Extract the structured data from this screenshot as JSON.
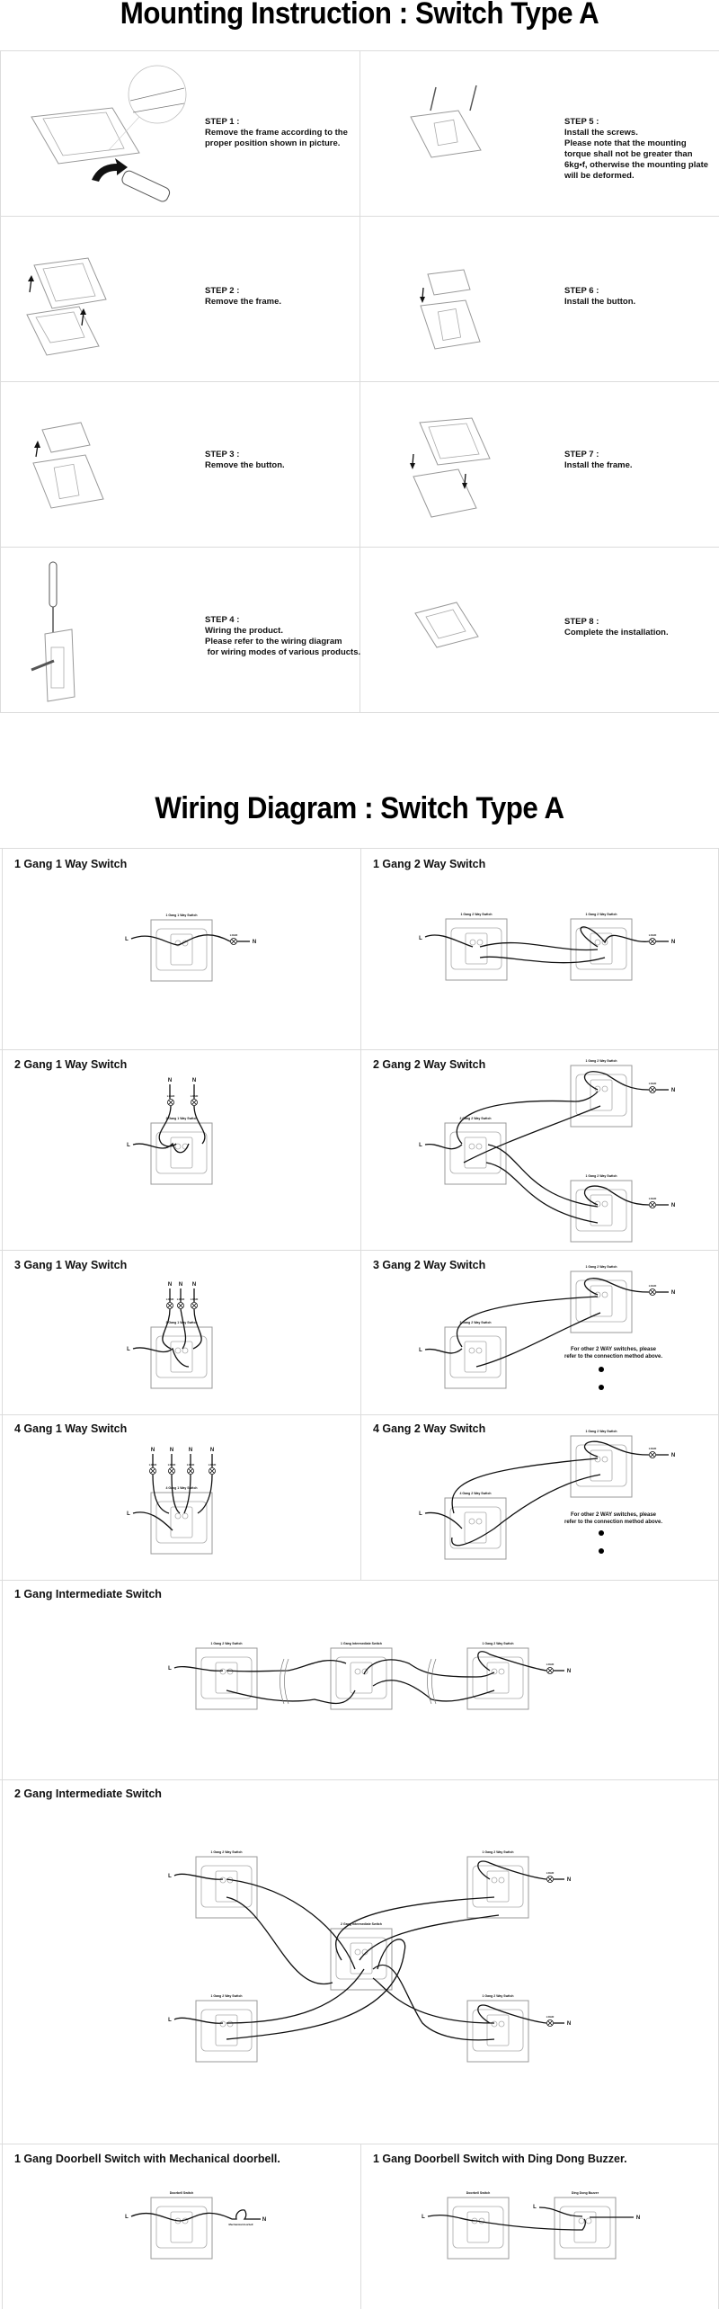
{
  "mounting": {
    "title": "Mounting Instruction : Switch Type A",
    "steps": [
      {
        "label": "STEP 1 :",
        "lines": [
          "Remove the frame according to the",
          "proper position shown in picture."
        ]
      },
      {
        "label": "STEP 2 :",
        "lines": [
          "Remove the frame."
        ]
      },
      {
        "label": "STEP 3 :",
        "lines": [
          "Remove the button."
        ]
      },
      {
        "label": "STEP 4 :",
        "lines": [
          "Wiring the product.",
          "Please refer to the wiring diagram",
          " for wiring modes of various products."
        ]
      },
      {
        "label": "STEP 5 :",
        "lines": [
          "Install the screws.",
          "Please note that the mounting",
          "torque shall not be greater than",
          "6kg•f, otherwise the mounting plate",
          "will be deformed."
        ]
      },
      {
        "label": "STEP 6 :",
        "lines": [
          "Install the button."
        ]
      },
      {
        "label": "STEP 7 :",
        "lines": [
          "Install the frame."
        ]
      },
      {
        "label": "STEP 8 :",
        "lines": [
          "Complete the installation."
        ]
      }
    ]
  },
  "wiring": {
    "title": "Wiring Diagram : Switch Type A",
    "diagrams": [
      {
        "title": "1 Gang 1 Way Switch",
        "devices": [
          "1 Gang 1 Way Switch"
        ]
      },
      {
        "title": "1 Gang 2 Way Switch",
        "devices": [
          "1 Gang 2 Way Switch",
          "1 Gang 2 Way Switch"
        ]
      },
      {
        "title": "2 Gang 1 Way Switch",
        "devices": [
          "2 Gang 1 Way Switch"
        ]
      },
      {
        "title": "2 Gang 2 Way Switch",
        "devices": [
          "2 Gang 2 Way Switch",
          "1 Gang 2 Way Switch",
          "1 Gang 2 Way Switch"
        ]
      },
      {
        "title": "3 Gang 1 Way Switch",
        "devices": [
          "3 Gang 1 Way Switch"
        ]
      },
      {
        "title": "3 Gang 2 Way Switch",
        "devices": [
          "3 Gang 2 Way Switch",
          "1 Gang 2 Way Switch"
        ],
        "note": [
          "For other 2 WAY switches, please",
          "refer to the connection method above."
        ]
      },
      {
        "title": "4 Gang 1 Way Switch",
        "devices": [
          "4 Gang 1 Way Switch"
        ]
      },
      {
        "title": "4 Gang 2 Way Switch",
        "devices": [
          "4 Gang 2 Way Switch",
          "1 Gang 2 Way Switch"
        ],
        "note": [
          "For other 2 WAY switches, please",
          "refer to the connection method above."
        ]
      },
      {
        "title": "1 Gang Intermediate Switch",
        "devices": [
          "1 Gang 2 Way Switch",
          "1 Gang Intermediate Switch",
          "1 Gang 2 Way Switch"
        ]
      },
      {
        "title": "2 Gang Intermediate Switch",
        "devices": [
          "1 Gang 2 Way Switch",
          "2 Gang Intermediate Switch",
          "1 Gang 2 Way Switch",
          "1 Gang 2 Way Switch",
          "1 Gang 2 Way Switch"
        ]
      },
      {
        "title": "1 Gang Doorbell Switch with Mechanical doorbell.",
        "devices": [
          "Doorbell Switch"
        ],
        "extra": "Mechanical doorbell"
      },
      {
        "title": "1 Gang Doorbell Switch with Ding Dong Buzzer.",
        "devices": [
          "Doorbell Switch",
          "Ding Dong Buzzer"
        ]
      }
    ],
    "labels": {
      "live": "L",
      "neutral": "N",
      "load": "LOAD"
    }
  }
}
